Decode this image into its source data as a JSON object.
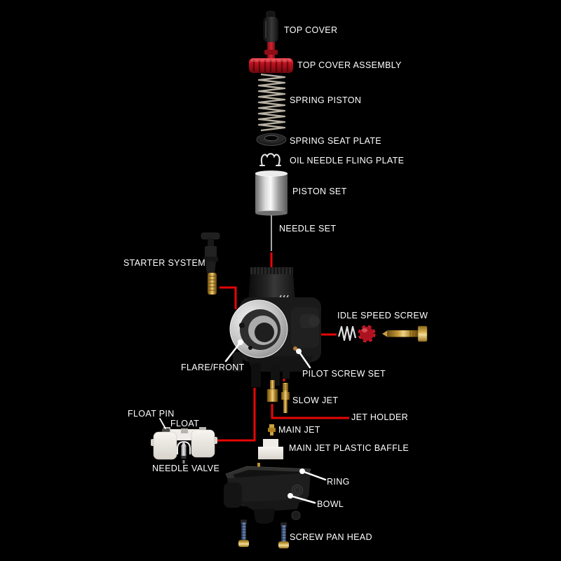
{
  "colors": {
    "background": "#000000",
    "connector_red": "#e80606",
    "label_text": "#ffffff",
    "brass": "#c89b3a",
    "anodized_red": "#c01220",
    "silver": "#d8d8d8",
    "body_black": "#1a1a1a",
    "plastic_white": "#f0ede8",
    "steel_blue": "#5a73a0"
  },
  "parts": [
    {
      "id": "top-cover",
      "label": "TOP COVER"
    },
    {
      "id": "top-cover-assembly",
      "label": "TOP COVER ASSEMBLY"
    },
    {
      "id": "spring-piston",
      "label": "SPRING PISTON"
    },
    {
      "id": "spring-seat-plate",
      "label": "SPRING SEAT PLATE"
    },
    {
      "id": "oil-needle-fling-plate",
      "label": "OIL NEEDLE FLING PLATE"
    },
    {
      "id": "piston-set",
      "label": "PISTON SET"
    },
    {
      "id": "needle-set",
      "label": "NEEDLE SET"
    },
    {
      "id": "starter-system",
      "label": "STARTER SYSTEM"
    },
    {
      "id": "idle-speed-screw",
      "label": "IDLE SPEED SCREW"
    },
    {
      "id": "flare-front",
      "label": "FLARE/FRONT"
    },
    {
      "id": "pilot-screw-set",
      "label": "PILOT SCREW SET"
    },
    {
      "id": "slow-jet",
      "label": "SLOW JET"
    },
    {
      "id": "jet-holder",
      "label": "JET HOLDER"
    },
    {
      "id": "float-pin",
      "label": "FLOAT PIN"
    },
    {
      "id": "float",
      "label": "FLOAT"
    },
    {
      "id": "main-jet",
      "label": "MAIN JET"
    },
    {
      "id": "main-jet-plastic-baffle",
      "label": "MAIN JET PLASTIC BAFFLE"
    },
    {
      "id": "needle-valve",
      "label": "NEEDLE VALVE"
    },
    {
      "id": "ring",
      "label": "RING"
    },
    {
      "id": "bowl",
      "label": "BOWL"
    },
    {
      "id": "screw-pan-head",
      "label": "SCREW PAN HEAD"
    }
  ]
}
